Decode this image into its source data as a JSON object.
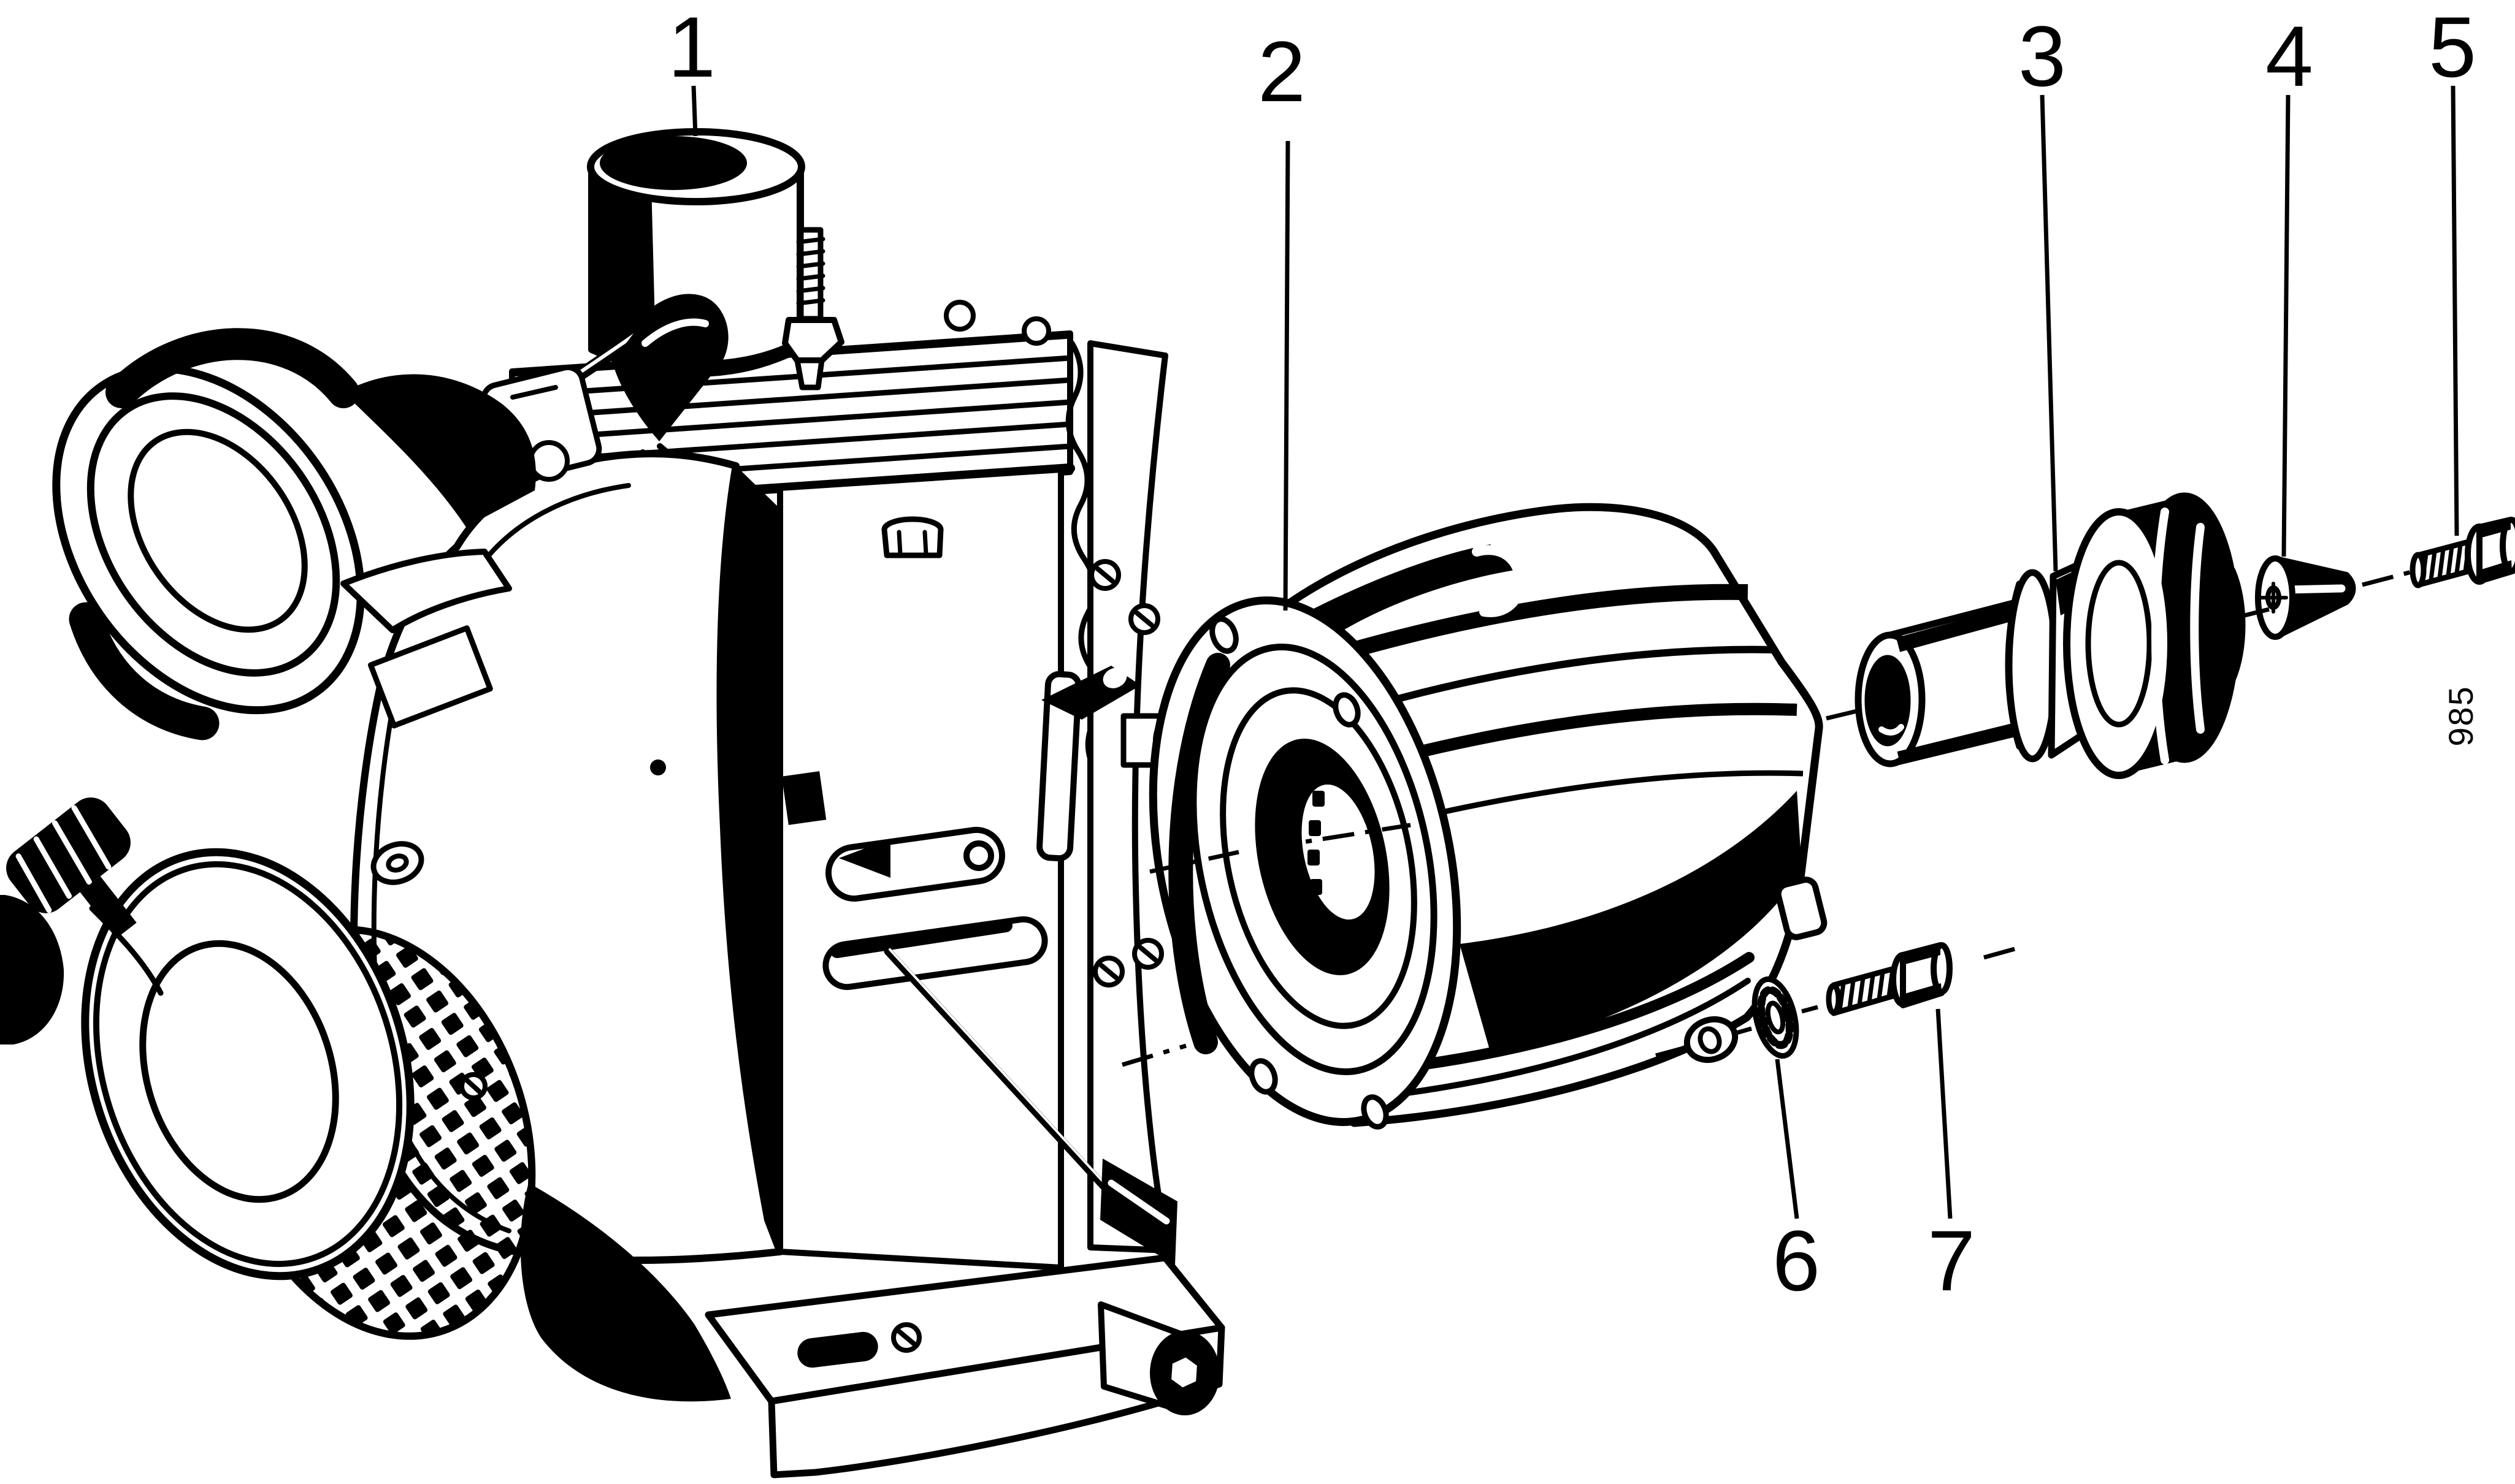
{
  "figure": {
    "background_color": "#ffffff",
    "ink_color": "#000000",
    "figure_code": "985",
    "callouts": [
      {
        "label": "1"
      },
      {
        "label": "2"
      },
      {
        "label": "3"
      },
      {
        "label": "4"
      },
      {
        "label": "5"
      },
      {
        "label": "6"
      },
      {
        "label": "7"
      }
    ]
  }
}
